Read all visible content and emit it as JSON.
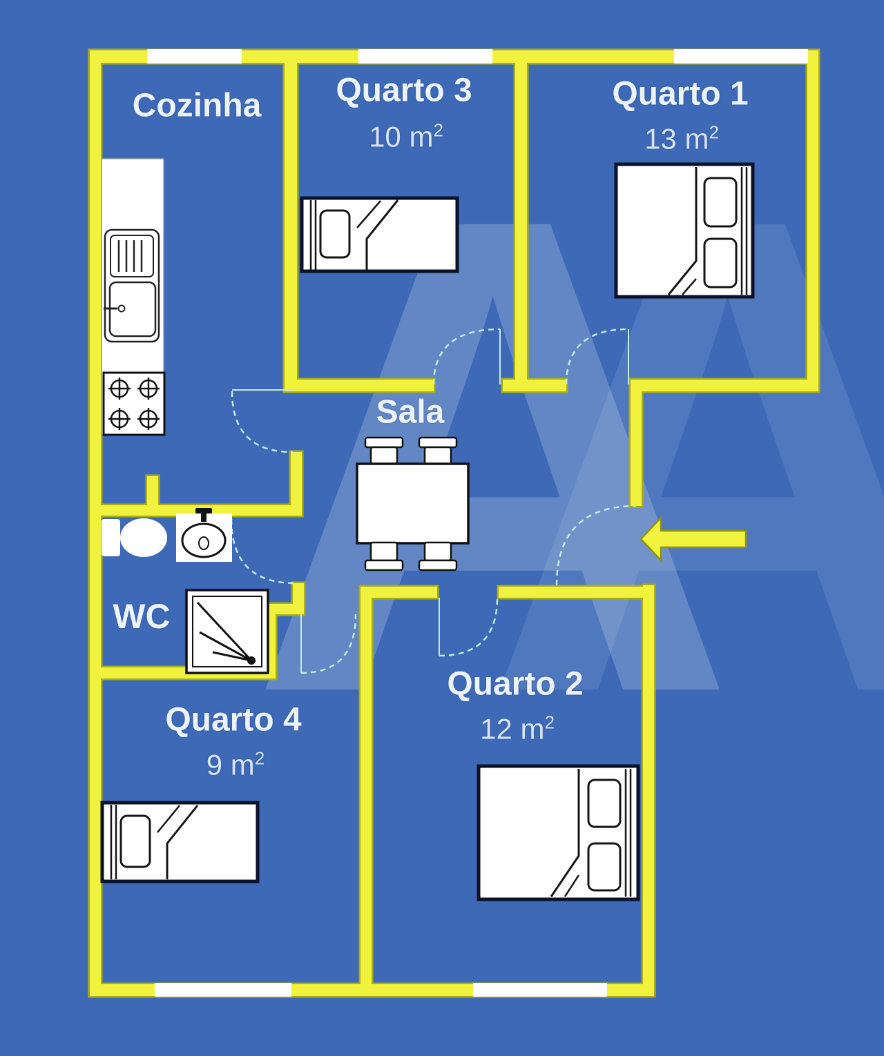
{
  "colors": {
    "background": "#3d69b7",
    "wall": "#f1f23d",
    "wall_edge": "#a9ae15",
    "window": "#ffffff",
    "door_arc": "#c4ebe4",
    "furniture_outline": "#141414",
    "bed_border": "#0c1226",
    "label_text": "#edf3fc",
    "area_text": "#d8e3f5",
    "arrow_fill": "#f2f33c",
    "arrow_edge": "#8e930f",
    "watermark": "rgba(255,255,255,0.20)"
  },
  "watermark": {
    "letter": "A"
  },
  "rooms": [
    {
      "id": "cozinha",
      "label": "Cozinha"
    },
    {
      "id": "quarto3",
      "label": "Quarto 3",
      "area_value": "10 m",
      "area_sup": "2"
    },
    {
      "id": "quarto1",
      "label": "Quarto 1",
      "area_value": "13 m",
      "area_sup": "2"
    },
    {
      "id": "sala",
      "label": "Sala"
    },
    {
      "id": "wc",
      "label": "WC"
    },
    {
      "id": "quarto4",
      "label": "Quarto 4",
      "area_value": "9 m",
      "area_sup": "2"
    },
    {
      "id": "quarto2",
      "label": "Quarto 2",
      "area_value": "12 m",
      "area_sup": "2"
    }
  ]
}
